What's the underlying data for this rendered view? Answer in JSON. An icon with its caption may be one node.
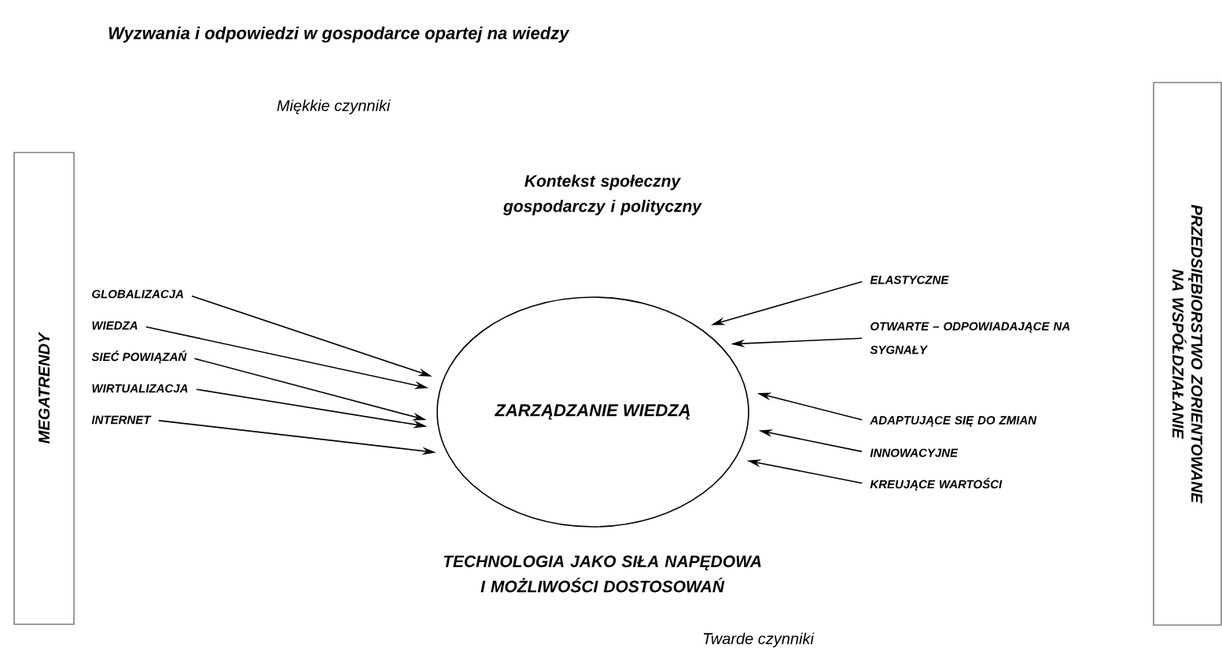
{
  "diagram": {
    "title": "Wyzwania i odpowiedzi w gospodarce opartej na wiedzy",
    "nodes": [
      {
        "text": [
          "MEGATRENDY"
        ]
      },
      {
        "text": [
          "PRZEDSIĘBIORSTWO ZORIENTOWANE NA WSPÓŁDZIAŁANIE"
        ]
      },
      {
        "text": [
          "ZARZĄDZANIE WIEDZĄ"
        ]
      },
      {
        "text": [
          "GLOBALIZACJA"
        ]
      },
      {
        "text": [
          "WIEDZA"
        ]
      },
      {
        "text": [
          "SIEĆ POWIĄZAŃ"
        ]
      },
      {
        "text": [
          "WIRTUALIZACJA"
        ]
      },
      {
        "text": [
          "INTERNET"
        ]
      },
      {
        "text": [
          "ELASTYCZNE"
        ]
      },
      {
        "text": [
          "OTWARTE – ODPOWIADAJĄCE NA SYGNAŁY"
        ]
      },
      {
        "text": [
          "ADAPTUJĄCE SIĘ DO ZMIAN"
        ]
      },
      {
        "text": [
          "INNOWACYJNE"
        ]
      },
      {
        "text": [
          "KREUJĄCE WARTOŚCI"
        ]
      }
    ],
    "edges": [
      {
        "from": 3,
        "to": 2,
        "arrow": "to"
      },
      {
        "from": 4,
        "to": 2,
        "arrow": "to"
      },
      {
        "from": 5,
        "to": 2,
        "arrow": "to"
      },
      {
        "from": 6,
        "to": 2,
        "arrow": "to"
      },
      {
        "from": 7,
        "to": 2,
        "arrow": "to"
      },
      {
        "from": 8,
        "to": 2,
        "arrow": "to"
      },
      {
        "from": 9,
        "to": 2,
        "arrow": "to"
      },
      {
        "from": 10,
        "to": 2,
        "arrow": "to"
      },
      {
        "from": 11,
        "to": 2,
        "arrow": "to"
      },
      {
        "from": 12,
        "to": 2,
        "arrow": "to"
      }
    ],
    "labels": [
      "Miękkie czynniki",
      "Kontekst społeczny gospodarczy i polityczny",
      "TECHNOLOGIA JAKO SIŁA NAPĘDOWA I MOŻLIWOŚCI DOSTOSOWAŃ",
      "Twarde czynniki"
    ]
  }
}
